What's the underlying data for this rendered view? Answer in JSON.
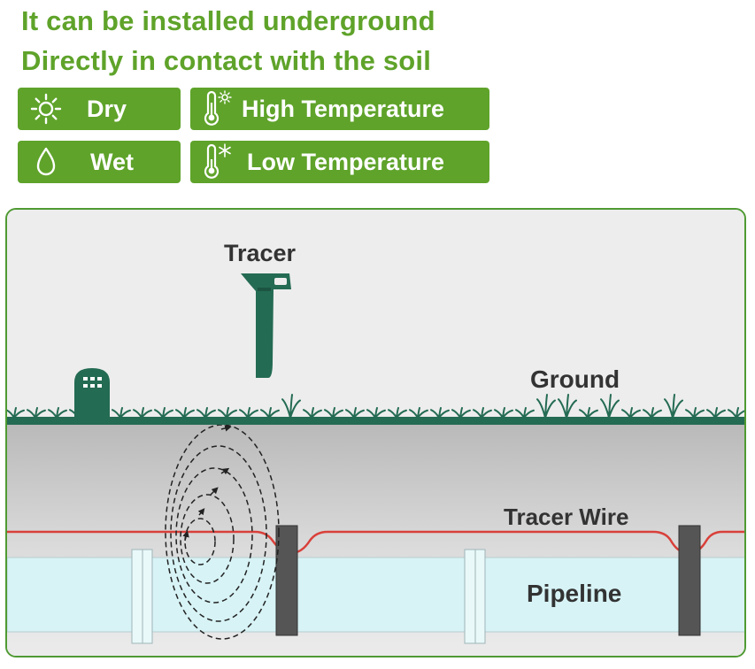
{
  "headline": {
    "line1": "It can be installed underground",
    "line2": "Directly in contact with the soil"
  },
  "badges": [
    {
      "label": "Dry",
      "icon": "sun-icon"
    },
    {
      "label": "High Temperature",
      "icon": "thermometer-hot-icon"
    },
    {
      "label": "Wet",
      "icon": "water-drop-icon"
    },
    {
      "label": "Low Temperature",
      "icon": "thermometer-cold-icon"
    }
  ],
  "diagram": {
    "tracer_label": "Tracer",
    "ground_label": "Ground",
    "tracer_wire_label": "Tracer Wire",
    "pipeline_label": "Pipeline"
  },
  "colors": {
    "brand_green": "#5fa32a",
    "ground_green": "#246b53",
    "tracer_wire_red": "#d9403a",
    "pipeline_cyan": "#d7f3f6",
    "soil_gray": "#c7c7c7"
  }
}
